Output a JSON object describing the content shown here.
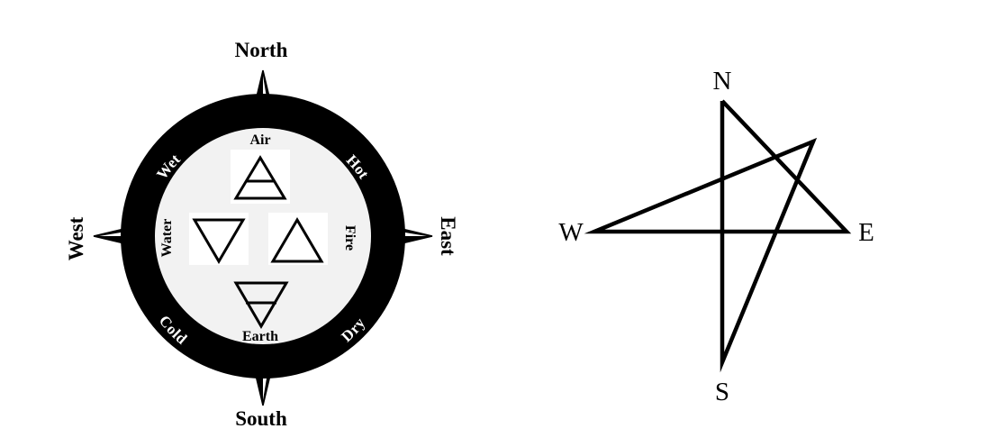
{
  "compass_rose": {
    "directions": {
      "north": "North",
      "south": "South",
      "east": "East",
      "west": "West"
    },
    "qualities": {
      "wet": "Wet",
      "hot": "Hot",
      "cold": "Cold",
      "dry": "Dry"
    },
    "elements": {
      "air": "Air",
      "water": "Water",
      "fire": "Fire",
      "earth": "Earth"
    },
    "colors": {
      "ring": "#000000",
      "inner": "#f2f2f2",
      "ink": "#000000",
      "paper": "#ffffff"
    }
  },
  "star_diagram": {
    "labels": {
      "n": "N",
      "e": "E",
      "s": "S",
      "w": "W"
    }
  }
}
